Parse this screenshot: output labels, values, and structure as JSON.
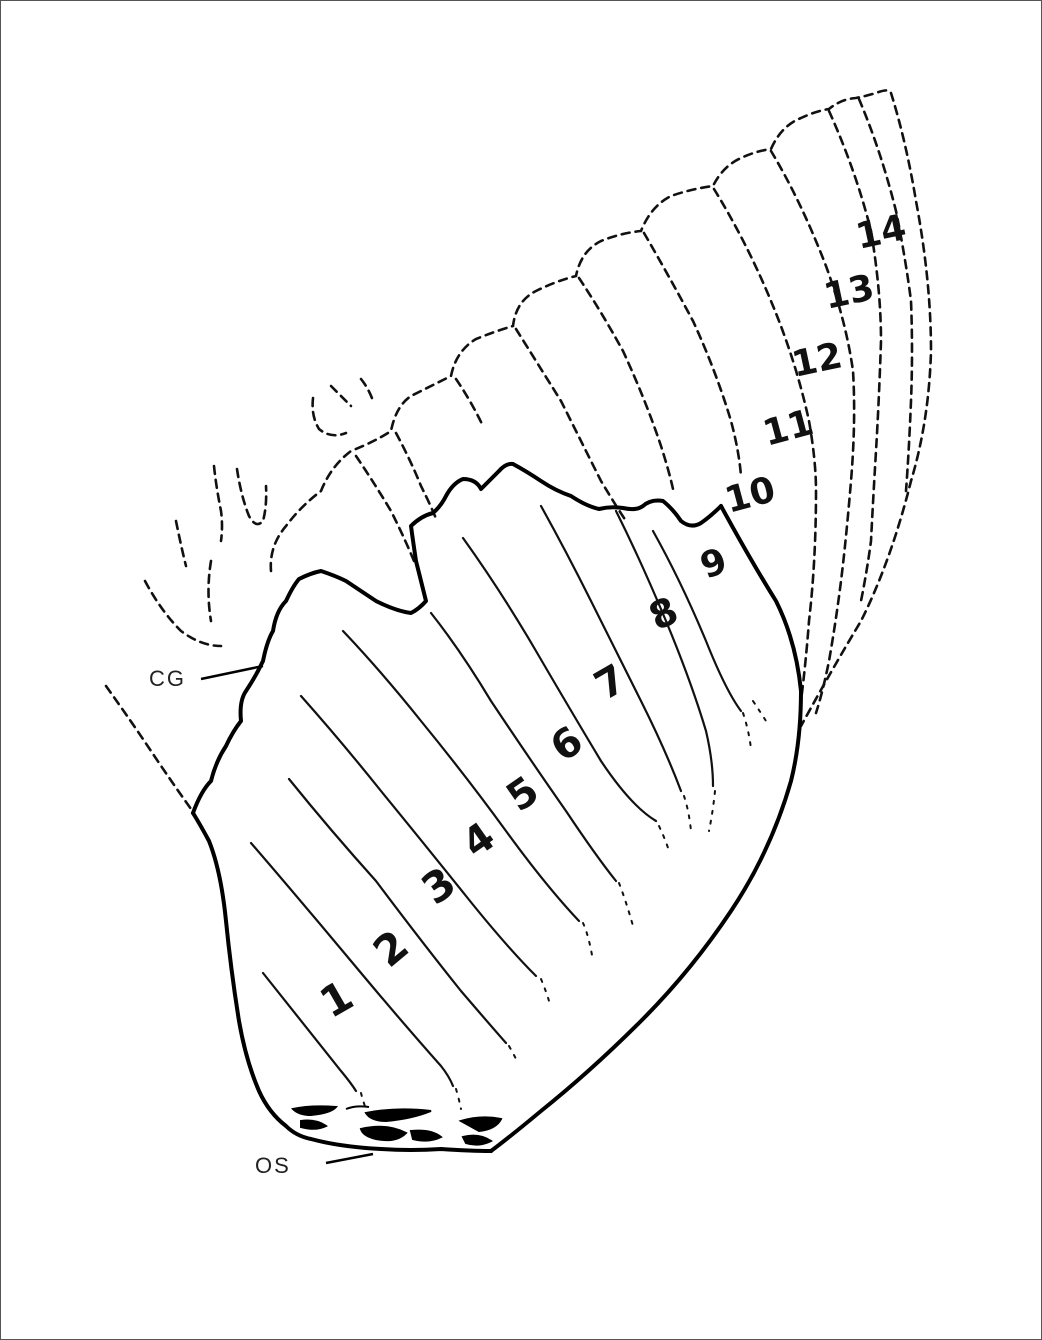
{
  "figure": {
    "ray_numbers": [
      "1",
      "2",
      "3",
      "4",
      "5",
      "6",
      "7",
      "8",
      "9",
      "10",
      "11",
      "12",
      "13",
      "14"
    ],
    "labels": {
      "cg": "CG",
      "os": "OS"
    }
  }
}
